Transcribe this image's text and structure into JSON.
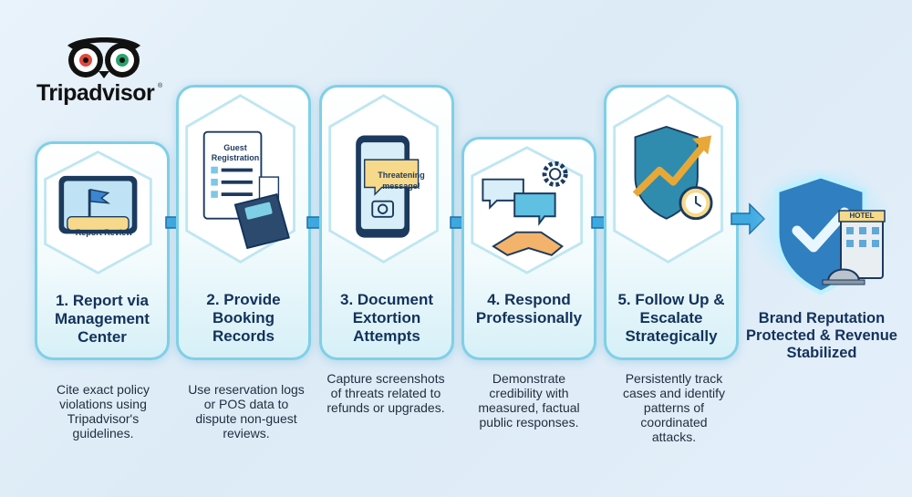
{
  "brand": {
    "name": "Tripadvisor",
    "registered_mark": "®"
  },
  "steps": [
    {
      "title": "1. Report via Management Center",
      "description": "Cite exact policy violations using Tripadvisor's guidelines.",
      "icon": "tablet-flag-icon",
      "button_label": "Report Review"
    },
    {
      "title": "2. Provide Booking Records",
      "description": "Use reservation logs or POS data to dispute non-guest reviews.",
      "icon": "guest-registration-pos-icon",
      "doc_title": "Guest Registration"
    },
    {
      "title": "3. Document Extortion Attempts",
      "description": "Capture screenshots of threats related to refunds or upgrades.",
      "icon": "phone-threat-message-icon",
      "message": "Threatening message!"
    },
    {
      "title": "4. Respond Professionally",
      "description": "Demonstrate credibility with measured, factual public responses.",
      "icon": "chat-handshake-icon"
    },
    {
      "title": "5. Follow Up & Escalate Strategically",
      "description": "Persistently track cases and identify patterns of coordinated attacks.",
      "icon": "shield-growth-clock-icon"
    }
  ],
  "outcome": {
    "title": "Brand Reputation Protected & Revenue Stabilized",
    "icon": "shield-hotel-icon",
    "hotel_sign": "HOTEL"
  },
  "colors": {
    "accent": "#7fd0e6",
    "arrow": "#3fa9e0",
    "title": "#13325b",
    "shield": "#2f7fc1"
  }
}
